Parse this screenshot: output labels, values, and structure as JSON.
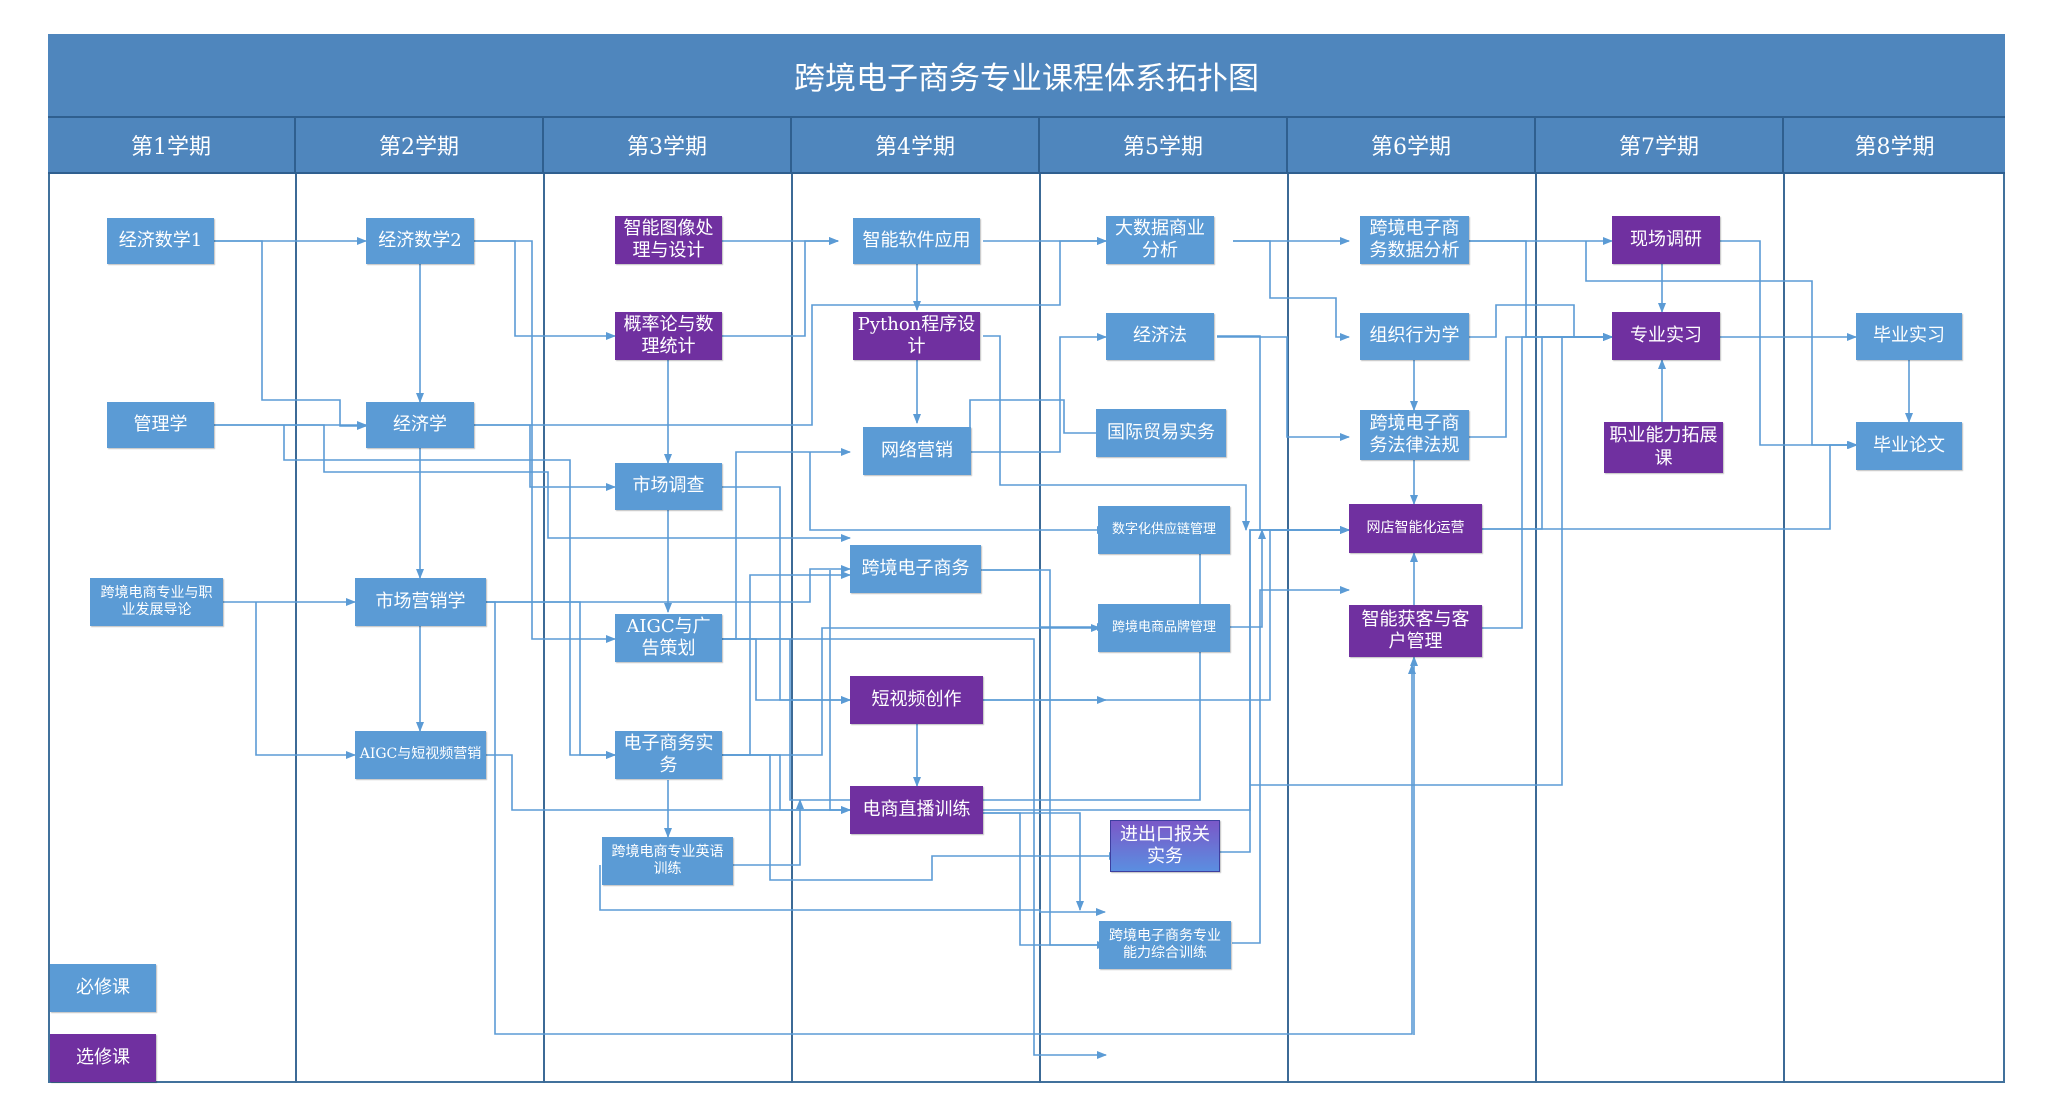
{
  "title": "跨境电子商务专业课程体系拓扑图",
  "semesters": [
    "第1学期",
    "第2学期",
    "第3学期",
    "第4学期",
    "第5学期",
    "第6学期",
    "第7学期",
    "第8学期"
  ],
  "courses": {
    "econ_math1": "经济数学1",
    "management": "管理学",
    "intro": "跨境电商专业与职业发展导论",
    "econ_math2": "经济数学2",
    "economics": "经济学",
    "marketing": "市场营销学",
    "aigc_video": "AIGC与短视频营销",
    "image_proc": "智能图像处理与设计",
    "probability": "概率论与数理统计",
    "market_survey": "市场调查",
    "aigc_ad": "AIGC与广告策划",
    "ecom_practice": "电子商务实务",
    "english": "跨境电商专业英语训练",
    "smart_software": "智能软件应用",
    "python": "Python程序设计",
    "net_marketing": "网络营销",
    "cb_ecommerce": "跨境电子商务",
    "short_video": "短视频创作",
    "live_stream": "电商直播训练",
    "bigdata": "大数据商业分析",
    "econ_law": "经济法",
    "trade": "国际贸易实务",
    "supply_chain": "数字化供应链管理",
    "brand": "跨境电商品牌管理",
    "customs": "进出口报关实务",
    "competency": "跨境电子商务专业能力综合训练",
    "data_analysis": "跨境电子商务数据分析",
    "org_behavior": "组织行为学",
    "law": "跨境电子商务法律法规",
    "smart_store": "网店智能化运营",
    "smart_crm": "智能获客与客户管理",
    "field_research": "现场调研",
    "internship": "专业实习",
    "career": "职业能力拓展课",
    "grad_practice": "毕业实习",
    "thesis": "毕业论文"
  },
  "legend": {
    "required": "必修课",
    "elective": "选修课"
  },
  "colors": {
    "header": "#4f86bd",
    "required": "#5b9bd5",
    "elective": "#7030a0",
    "edge": "#5b9bd5"
  }
}
